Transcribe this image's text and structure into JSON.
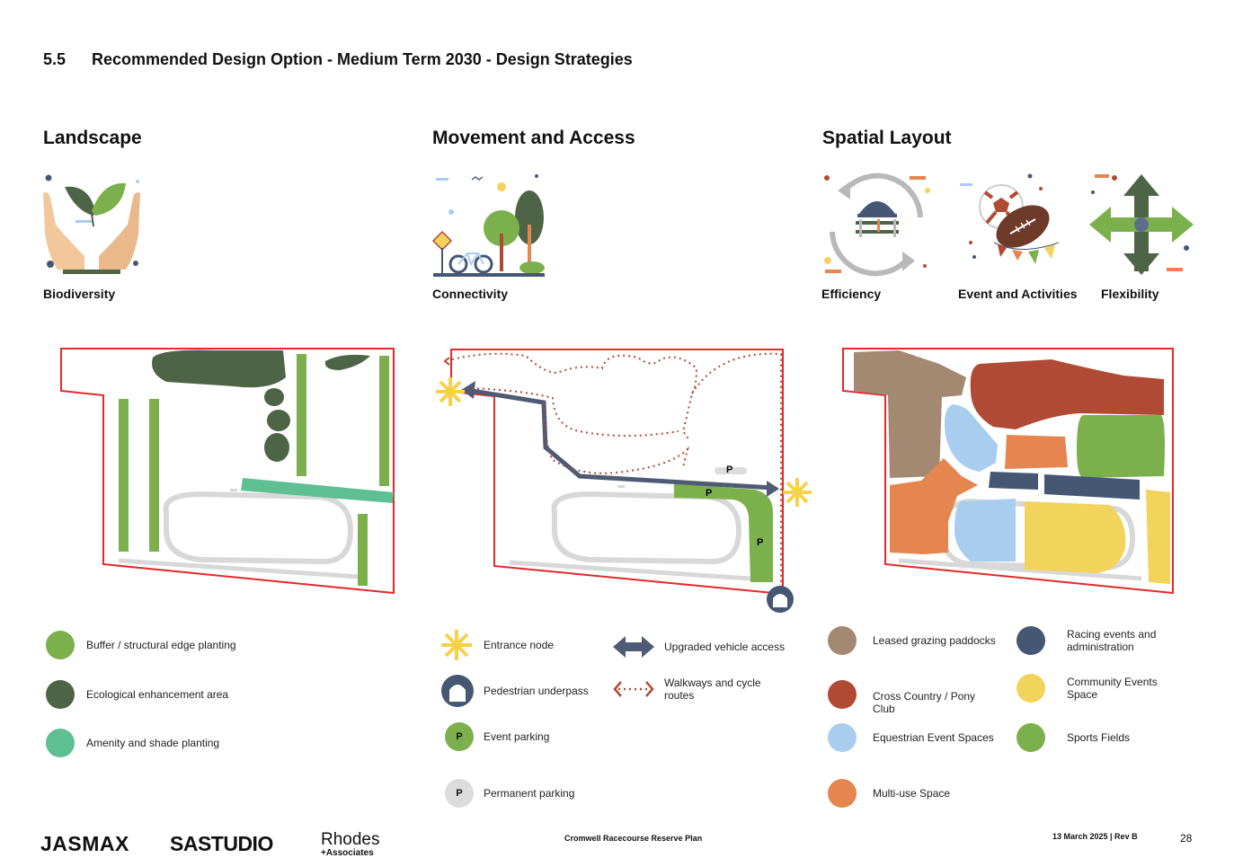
{
  "section": {
    "number": "5.5",
    "title": "Recommended Design Option - Medium Term 2030 - Design Strategies"
  },
  "columns": {
    "landscape": {
      "heading": "Landscape",
      "icons": [
        {
          "label": "Biodiversity",
          "icon": "hands-leaves-icon"
        }
      ]
    },
    "movement": {
      "heading": "Movement and Access",
      "icons": [
        {
          "label": "Connectivity",
          "icon": "trees-bicycle-icon"
        }
      ]
    },
    "spatial": {
      "heading": "Spatial Layout",
      "icons": [
        {
          "label": "Efficiency",
          "icon": "helmet-cycle-icon"
        },
        {
          "label": "Event and Activities",
          "icon": "sports-balls-icon"
        },
        {
          "label": "Flexibility",
          "icon": "four-arrows-icon"
        }
      ]
    }
  },
  "maps": {
    "movement_parking_label": "P"
  },
  "legends": {
    "landscape": [
      {
        "label": "Buffer / structural edge planting",
        "color": "#7cb04d"
      },
      {
        "label": "Ecological enhancement area",
        "color": "#4e6446"
      },
      {
        "label": "Amenity and shade planting",
        "color": "#5dbf92"
      }
    ],
    "movement": [
      {
        "label": "Entrance node",
        "icon": "star-burst-icon",
        "color": "#f6d24a"
      },
      {
        "label": "Upgraded vehicle access",
        "icon": "double-arrow-icon",
        "color": "#4f5b74"
      },
      {
        "label": "Pedestrian underpass",
        "icon": "underpass-icon",
        "color": "#465774"
      },
      {
        "label": "Walkways and cycle routes",
        "icon": "dotted-arrow-icon",
        "color": "#b04a35"
      },
      {
        "label": "Event parking",
        "icon": "parking-icon",
        "color": "#7cb04d",
        "symbol": "P"
      },
      {
        "label": "Permanent parking",
        "icon": "parking-icon",
        "color": "#dcdcdc",
        "symbol": "P"
      }
    ],
    "spatial": [
      {
        "label": "Leased grazing paddocks",
        "color": "#a38872"
      },
      {
        "label": "Racing events and administration",
        "color": "#465774"
      },
      {
        "label": "Cross Country / Pony Club",
        "color": "#b04a35"
      },
      {
        "label": "Community Events Space",
        "color": "#f2d35b"
      },
      {
        "label": "Equestrian Event Spaces",
        "color": "#a9cdee"
      },
      {
        "label": "Sports Fields",
        "color": "#7cb04d"
      },
      {
        "label": "Multi-use Space",
        "color": "#e5854f"
      }
    ]
  },
  "footer": {
    "logo1": "JASMAX",
    "logo2": "SASTUDIO",
    "logo3_line1": "Rhodes",
    "logo3_line2": "+Associates",
    "doc_title": "Cromwell Racecourse Reserve Plan",
    "date_rev": "13 March 2025 | Rev B",
    "page": "28"
  }
}
